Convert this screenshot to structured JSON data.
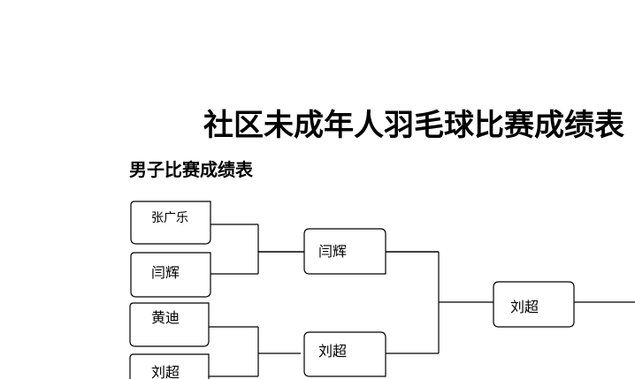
{
  "document": {
    "title": "社区未成年人羽毛球比赛成绩表",
    "section_title": "男子比赛成绩表"
  },
  "bracket": {
    "round1": [
      "张广乐",
      "闫辉",
      "黄迪",
      "刘超"
    ],
    "round2": [
      "闫辉",
      "刘超"
    ],
    "round3": [
      "刘超"
    ]
  }
}
